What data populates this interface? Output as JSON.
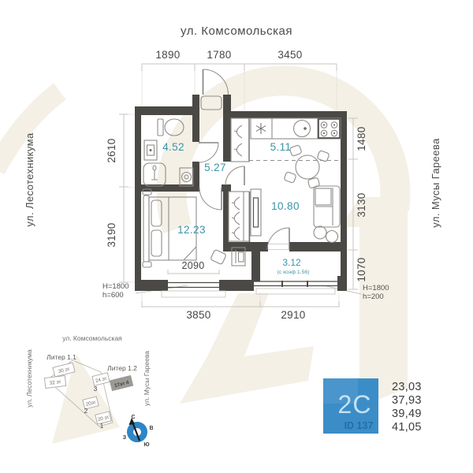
{
  "plan": {
    "streets": {
      "top": "ул. Комсомольская",
      "left": "ул. Лесотехникума",
      "right": "ул. Мусы Гареева"
    },
    "dims": {
      "top": [
        "1890",
        "1780",
        "3450"
      ],
      "left": [
        "2610",
        "3190"
      ],
      "right": [
        "1480",
        "3130",
        "1070"
      ],
      "bottom": [
        "3850",
        "2910"
      ],
      "window": "2090",
      "note_left_H": "H=1800",
      "note_left_h": "h=600",
      "note_right_H": "H=1800",
      "note_right_h": "h=200"
    },
    "rooms": {
      "bathroom": "4.52",
      "hall": "5.27",
      "kitchen": "5.11",
      "living": "10.80",
      "bedroom": "12.23",
      "balcony": "3.12",
      "balcony_note": "(с коэф 1.56)"
    }
  },
  "site": {
    "street_top": "ул. Комсомольская",
    "street_left": "ул. Лесотехникума",
    "street_right": "ул. Мусы Гареева",
    "liter1": "Литер 1.1",
    "liter2": "Литер 1.2",
    "b30": "30 эт",
    "b32": "32 эт",
    "b24": "24 эт",
    "b24_num": "3",
    "b17": "17эт 4",
    "b20a": "20эт",
    "b20a_num": "2",
    "b20b": "20 эт",
    "b20b_num": "1",
    "compass": {
      "n": "С",
      "e": "В",
      "s": "Ю",
      "w": "З"
    }
  },
  "card": {
    "type": "2С",
    "id": "ID 137"
  },
  "stats": [
    "23,03",
    "37,93",
    "39,49",
    "41,05"
  ],
  "colors": {
    "accent_blue": "#3b8dc8",
    "compass_blue": "#2e86c6",
    "area_teal": "#3b93a8",
    "wall": "#4b4945",
    "watermark": "#f4f0e6"
  }
}
